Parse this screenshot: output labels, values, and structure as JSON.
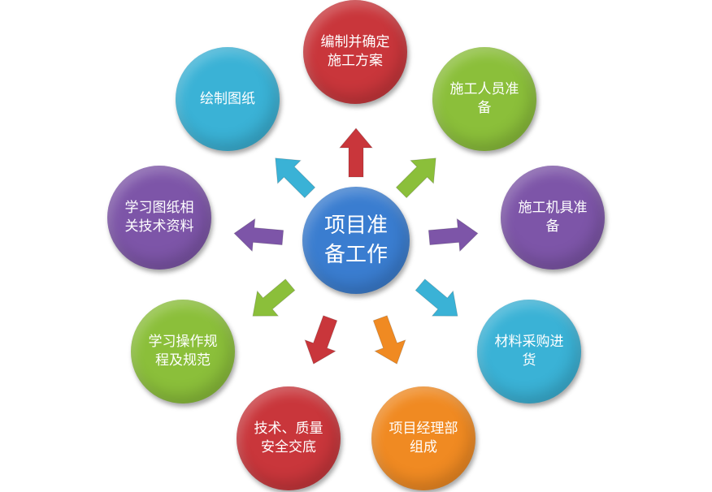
{
  "center": {
    "label": "项目准备工作",
    "color": "#3a7dd0"
  },
  "nodes": [
    {
      "label": "编制并确定施工方案",
      "color": "#c9363b"
    },
    {
      "label": "施工人员准备",
      "color": "#8bbf3a"
    },
    {
      "label": "施工机具准备",
      "color": "#7d55a8"
    },
    {
      "label": "材料采购进货",
      "color": "#3ab2d6"
    },
    {
      "label": "项目经理部组成",
      "color": "#f08a22"
    },
    {
      "label": "技术、质量安全交底",
      "color": "#c9363b"
    },
    {
      "label": "学习操作规程及规范",
      "color": "#8bbf3a"
    },
    {
      "label": "学习图纸相关技术资料",
      "color": "#7d55a8"
    },
    {
      "label": "绘制图纸",
      "color": "#3ab2d6"
    }
  ]
}
